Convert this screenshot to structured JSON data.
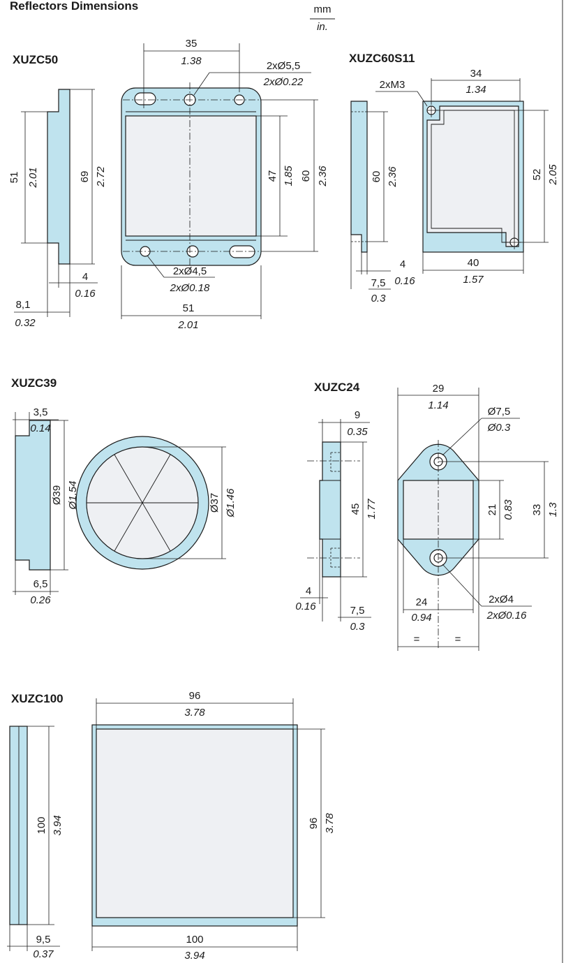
{
  "page": {
    "title": "Reflectors Dimensions",
    "unit_mm": "mm",
    "unit_in": "in."
  },
  "colors": {
    "body": "#bfe3ee",
    "face": "#eef0f3",
    "line": "#1a1a1a"
  },
  "models": {
    "xuzc50": {
      "name": "XUZC50",
      "d51": "51",
      "d51_in": "2.01",
      "d69": "69",
      "d69_in": "2.72",
      "d4": "4",
      "d4_in": "0.16",
      "d8": "8,1",
      "d8_in": "0.32",
      "d35": "35",
      "d35_in": "1.38",
      "hole_top": "2xØ5,5",
      "hole_top_in": "2xØ0.22",
      "d47": "47",
      "d47_in": "1.85",
      "d60": "60",
      "d60_in": "2.36",
      "hole_bot": "2xØ4,5",
      "hole_bot_in": "2xØ0.18",
      "d51w": "51",
      "d51w_in": "2.01"
    },
    "xuzc60": {
      "name": "XUZC60S11",
      "m3": "2xM3",
      "d34": "34",
      "d34_in": "1.34",
      "d60": "60",
      "d60_in": "2.36",
      "d52": "52",
      "d52_in": "2.05",
      "d4": "4",
      "d4_in": "0.16",
      "d75": "7,5",
      "d75_in": "0.3",
      "d40": "40",
      "d40_in": "1.57"
    },
    "xuzc39": {
      "name": "XUZC39",
      "d35": "3,5",
      "d35_in": "0.14",
      "d39": "Ø39",
      "d39_in": "Ø1.54",
      "d65": "6,5",
      "d65_in": "0.26",
      "d37": "Ø37",
      "d37_in": "Ø1.46"
    },
    "xuzc24": {
      "name": "XUZC24",
      "d9": "9",
      "d9_in": "0.35",
      "d45": "45",
      "d45_in": "1.77",
      "d4": "4",
      "d4_in": "0.16",
      "d75": "7,5",
      "d75_in": "0.3",
      "d29": "29",
      "d29_in": "1.14",
      "hole_top": "Ø7,5",
      "hole_top_in": "Ø0.3",
      "d21": "21",
      "d21_in": "0.83",
      "d33": "33",
      "d33_in": "1.3",
      "d24": "24",
      "d24_in": "0.94",
      "hole_bot": "2xØ4",
      "hole_bot_in": "2xØ0.16",
      "eq": "="
    },
    "xuzc100": {
      "name": "XUZC100",
      "d96w": "96",
      "d96w_in": "3.78",
      "d100h": "100",
      "d100h_in": "3.94",
      "d96h": "96",
      "d96h_in": "3.78",
      "d95": "9,5",
      "d95_in": "0.37",
      "d100w": "100",
      "d100w_in": "3.94"
    }
  }
}
